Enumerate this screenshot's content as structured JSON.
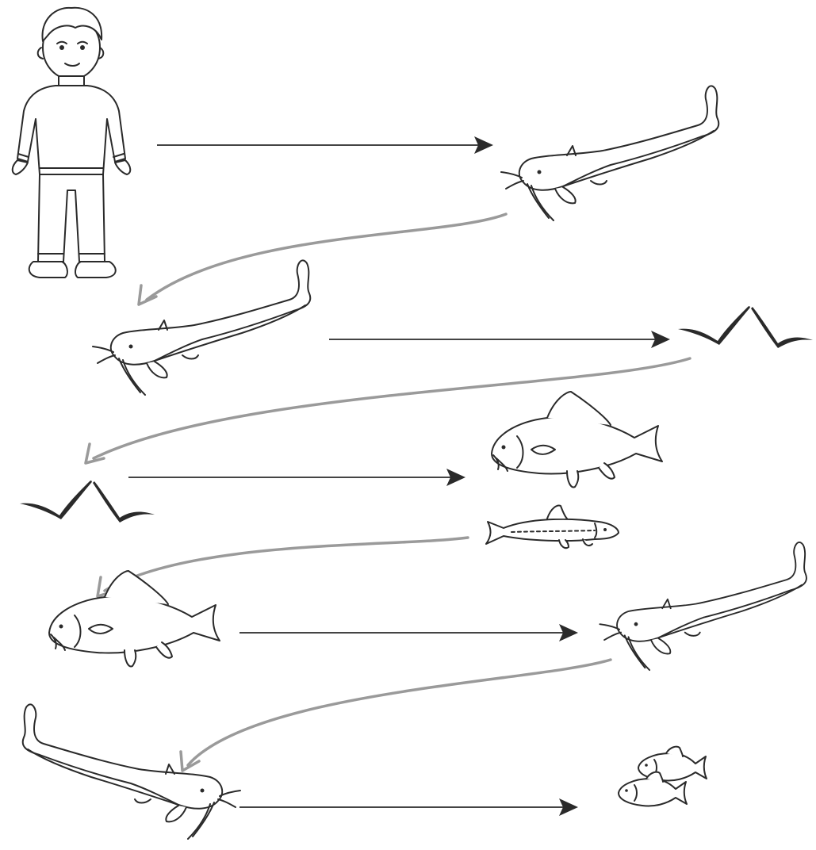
{
  "diagram": {
    "kind": "food-chain",
    "nodes": [
      {
        "id": "boy",
        "icon": "boy-icon"
      },
      {
        "id": "catfish-1",
        "icon": "catfish-icon"
      },
      {
        "id": "catfish-2",
        "icon": "catfish-icon"
      },
      {
        "id": "bird-1",
        "icon": "seagull-icon"
      },
      {
        "id": "bird-2",
        "icon": "seagull-icon"
      },
      {
        "id": "carp-1",
        "icon": "carp-icon"
      },
      {
        "id": "minnow",
        "icon": "minnow-icon"
      },
      {
        "id": "carp-2",
        "icon": "carp-icon"
      },
      {
        "id": "catfish-3",
        "icon": "catfish-icon"
      },
      {
        "id": "catfish-4",
        "icon": "catfish-icon"
      },
      {
        "id": "small-fish-pair",
        "icon": "small-fish-icon"
      }
    ],
    "edges": [
      {
        "from": "boy",
        "to": "catfish-1",
        "style": "straight"
      },
      {
        "from": "catfish-1",
        "to": "catfish-2",
        "style": "curved-gray"
      },
      {
        "from": "catfish-2",
        "to": "bird-1",
        "style": "straight"
      },
      {
        "from": "bird-1",
        "to": "bird-2",
        "style": "curved-gray"
      },
      {
        "from": "bird-2",
        "to": "carp-1",
        "style": "straight"
      },
      {
        "from": "minnow",
        "to": "carp-2",
        "style": "curved-gray"
      },
      {
        "from": "carp-2",
        "to": "catfish-3",
        "style": "straight"
      },
      {
        "from": "catfish-3",
        "to": "catfish-4",
        "style": "curved-gray"
      },
      {
        "from": "catfish-4",
        "to": "small-fish-pair",
        "style": "straight"
      }
    ],
    "colors": {
      "line": "#444444",
      "curve": "#9a9a9a",
      "ink": "#2a2a2a"
    }
  }
}
